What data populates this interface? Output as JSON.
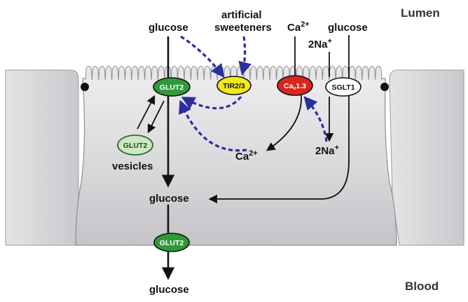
{
  "regions": {
    "lumen": "Lumen",
    "blood": "Blood"
  },
  "top": {
    "glucose_left": "glucose",
    "sweeteners_1": "artificial",
    "sweeteners_2": "sweeteners",
    "ca_main": "Ca",
    "ca_sup": "2+",
    "glucose_right": "glucose",
    "na_main": "2Na",
    "na_sup": "+"
  },
  "proteins": {
    "glut2_apical": "GLUT2",
    "t1r": "TIR2/3",
    "cav_main": "Ca",
    "cav_sub": "v",
    "cav_rest": "1.3",
    "sglt1": "SGLT1",
    "glut2_vesicle": "GLUT2",
    "glut2_basal": "GLUT2"
  },
  "inside": {
    "vesicles": "vesicles",
    "ca_main": "Ca",
    "ca_sup": "2+",
    "na_main": "2Na",
    "na_sup": "+",
    "glucose_mid": "glucose",
    "glucose_bottom": "glucose"
  },
  "colors": {
    "glut2": "#2f9a3a",
    "glut2_vesicle": "#cfe6c4",
    "t1r": "#f2e81e",
    "cav": "#d9261c",
    "sglt1": "#ffffff",
    "signal_arrow": "#2b2f9e",
    "cell_fill": "#d7d7d9"
  }
}
